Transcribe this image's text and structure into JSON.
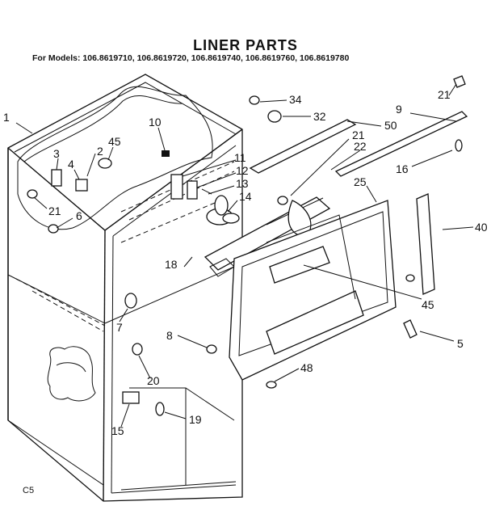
{
  "title": "LINER PARTS",
  "subtitle": "For Models: 106.8619710, 106.8619720, 106.8619740, 106.8619760, 106.8619780",
  "code": "C5",
  "callouts": {
    "c1": "1",
    "c2": "2",
    "c3": "3",
    "c4a": "4",
    "c45a": "45",
    "c21a": "21",
    "c6": "6",
    "c10": "10",
    "c11": "11",
    "c12": "12",
    "c13": "13",
    "c14": "14",
    "c34": "34",
    "c32": "32",
    "c50": "50",
    "c21b": "21",
    "c22": "22",
    "c21c": "21",
    "c9": "9",
    "c16": "16",
    "c25": "25",
    "c40": "40",
    "c18": "18",
    "c7": "7",
    "c8": "8",
    "c20": "20",
    "c15": "15",
    "c19": "19",
    "c45b": "45",
    "c5": "5",
    "c48": "48"
  }
}
